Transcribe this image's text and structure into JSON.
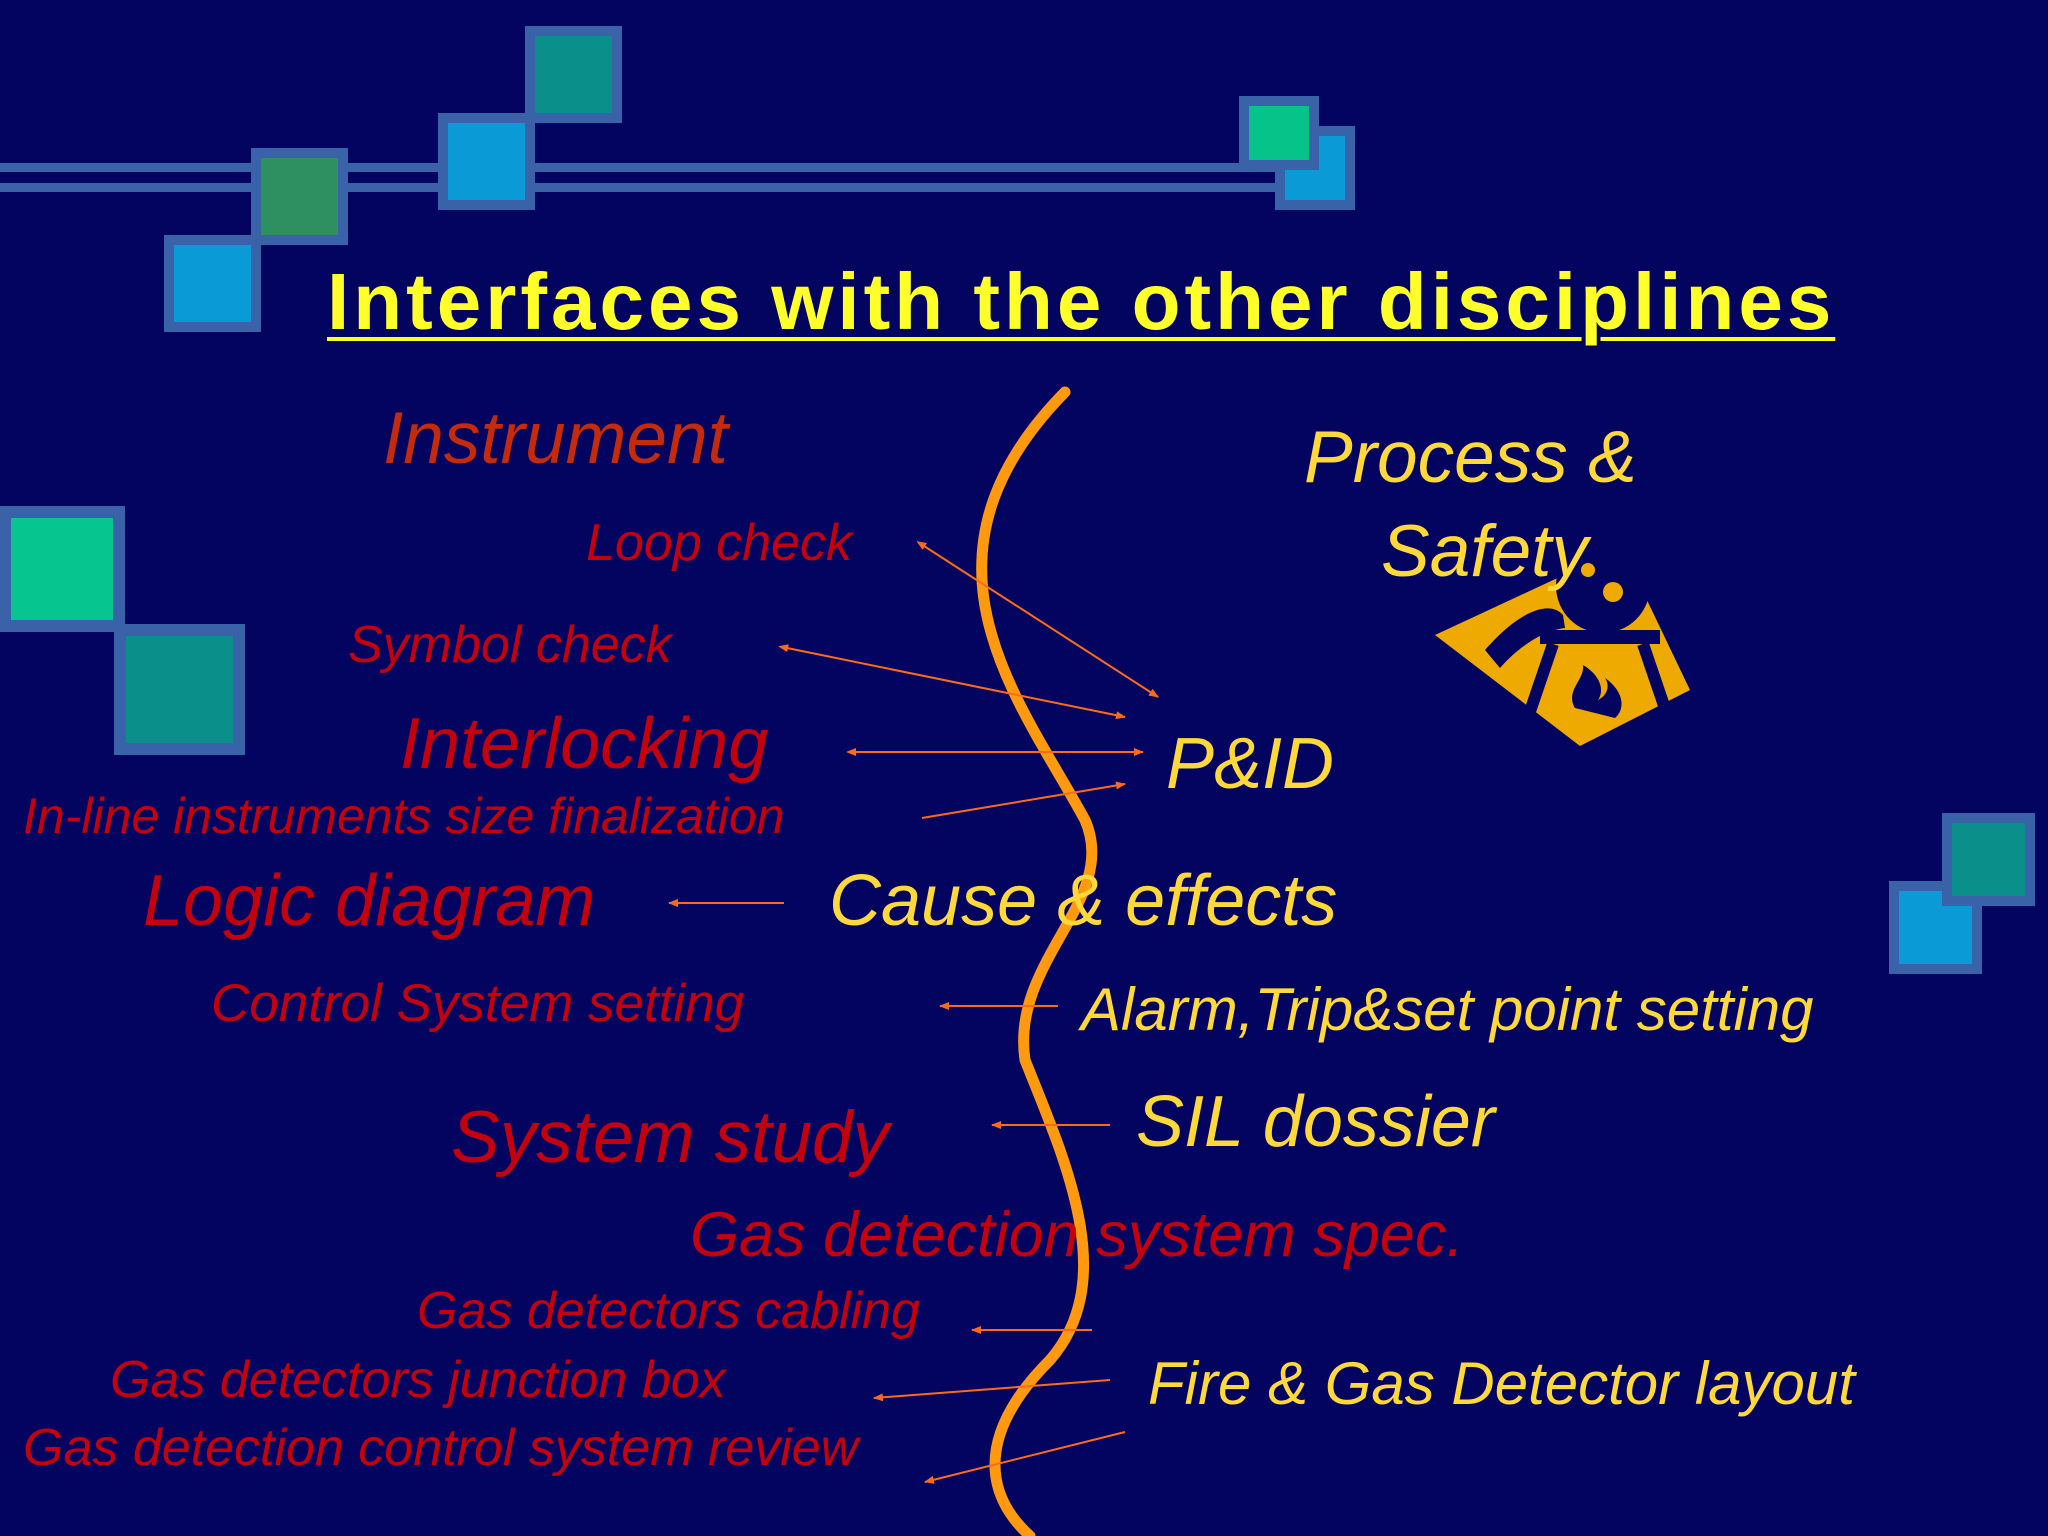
{
  "slide": {
    "title": "Interfaces with the other disciplines",
    "left_heading": "Instrument",
    "right_heading_line1": "Process &",
    "right_heading_line2": "Safety",
    "instrument_items": {
      "loop_check": "Loop check",
      "symbol_check": "Symbol check",
      "interlocking": "Interlocking",
      "inline_size": "In-line instruments size finalization",
      "logic_diagram": "Logic diagram",
      "control_system_setting": "Control System setting",
      "system_study": "System study",
      "gas_detection_spec": "Gas detection system spec.",
      "gas_detectors_cabling": "Gas detectors cabling",
      "gas_detectors_junction_box": "Gas detectors junction box",
      "gas_detection_control_review": "Gas detection control system review"
    },
    "process_items": {
      "pid": "P&ID",
      "cause_effects": "Cause & effects",
      "alarm_trip": "Alarm,Trip&set point setting",
      "sil_dossier": "SIL dossier",
      "fg_layout": "Fire & Gas Detector layout"
    },
    "colors": {
      "background": "#03045f",
      "title": "#ffff2a",
      "instrument_text": "#c4000c",
      "process_text": "#ffd83a",
      "divider_curve": "#ff9a10",
      "arrows": "#ff6a1a",
      "safety_icon": "#eeaa00"
    },
    "icons": [
      "lab-flask-over-fire-icon"
    ]
  }
}
